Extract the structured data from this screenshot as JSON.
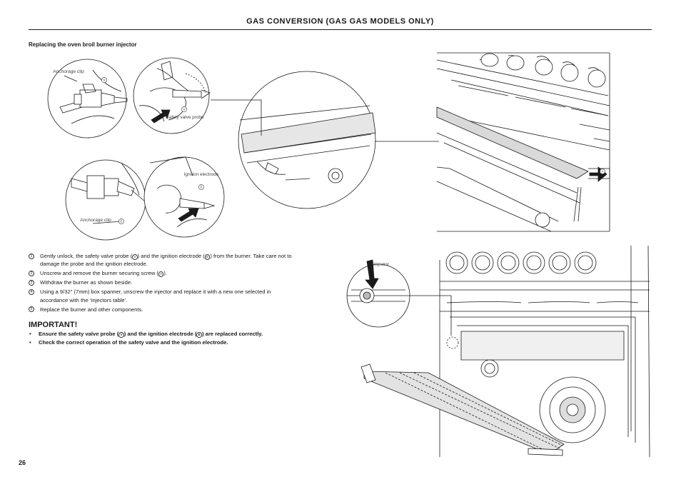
{
  "header": {
    "title": "GAS CONVERSION (GAS GAS MODELS ONLY)"
  },
  "section": {
    "title": "Replacing the oven broil burner injector"
  },
  "figure_top": {
    "label_anchorage_clip": "Anchorage clip",
    "label_safety_valve_probe": "Safety valve probe",
    "label_ignition_electrode": "Ignition electrode",
    "label_anchorage_clip_2": "Anchorage clip",
    "callout_v": "V",
    "callout_e": "E",
    "callout_a": "A"
  },
  "figure_bottom": {
    "label_injector": "Injector"
  },
  "steps": [
    {
      "num": "1",
      "pre": "Gently unlock, the safety valve probe (",
      "c1": "V",
      "mid": ") and the ignition electrode (",
      "c2": "E",
      "post": ") from the burner. Take care not to damage the probe and the ignition electrode."
    },
    {
      "num": "2",
      "pre": "Unscrew and remove the burner securing screw (",
      "c1": "A",
      "post": ")."
    },
    {
      "num": "3",
      "text": "Withdraw the burner as shown beside."
    },
    {
      "num": "4",
      "text": "Using a 9/32\" (7mm) box spanner, unscrew the injector and replace it with a new one selected in accordance with the ‘Injectors table’."
    },
    {
      "num": "5",
      "text": "Replace the burner and other components."
    }
  ],
  "important": {
    "heading": "IMPORTANT!",
    "bullet_symbol": "•",
    "item1_pre": "Ensure the safety valve probe (",
    "item1_c1": "V",
    "item1_mid": ") and the ignition electrode (",
    "item1_c2": "E",
    "item1_post": ") are replaced correctly.",
    "item2": "Check the correct operation of the safety valve and the ignition electrode."
  },
  "page_number": "26"
}
